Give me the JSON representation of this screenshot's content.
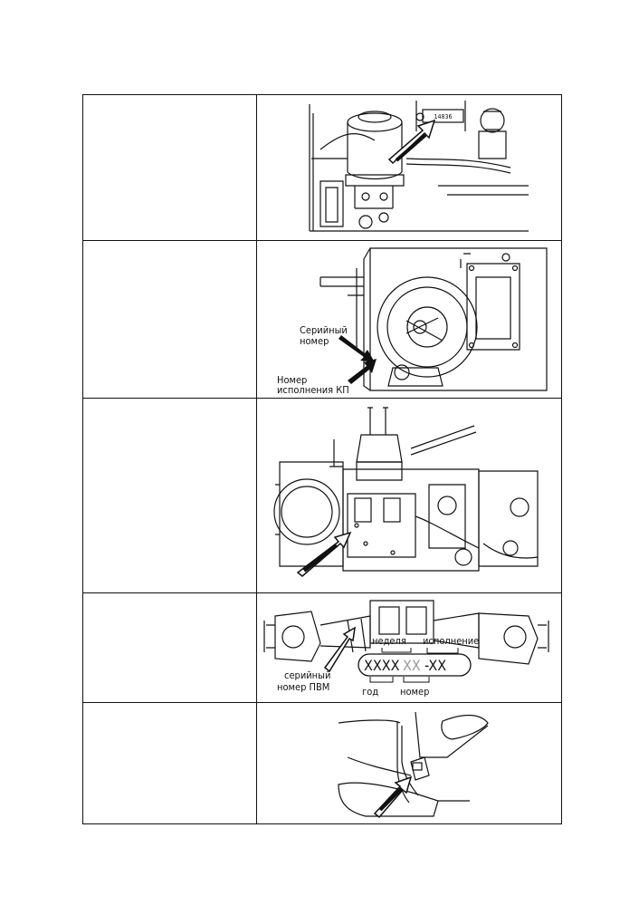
{
  "rows": [
    {
      "left": "",
      "stamp": "14836"
    },
    {
      "left": "",
      "serial_l1": "Серийный",
      "serial_l2": "номер",
      "version_l1": "Номер",
      "version_l2": "исполнения КП"
    },
    {
      "left": ""
    },
    {
      "left": "",
      "week": "неделя",
      "execution": "исполнение",
      "code_a": "XXXX",
      "code_b": "XX",
      "code_c": "-XX",
      "serial_pvm_l1": "серийный",
      "serial_pvm_l2": "номер ПВМ",
      "year": "год",
      "number": "номер"
    },
    {
      "left": ""
    }
  ]
}
